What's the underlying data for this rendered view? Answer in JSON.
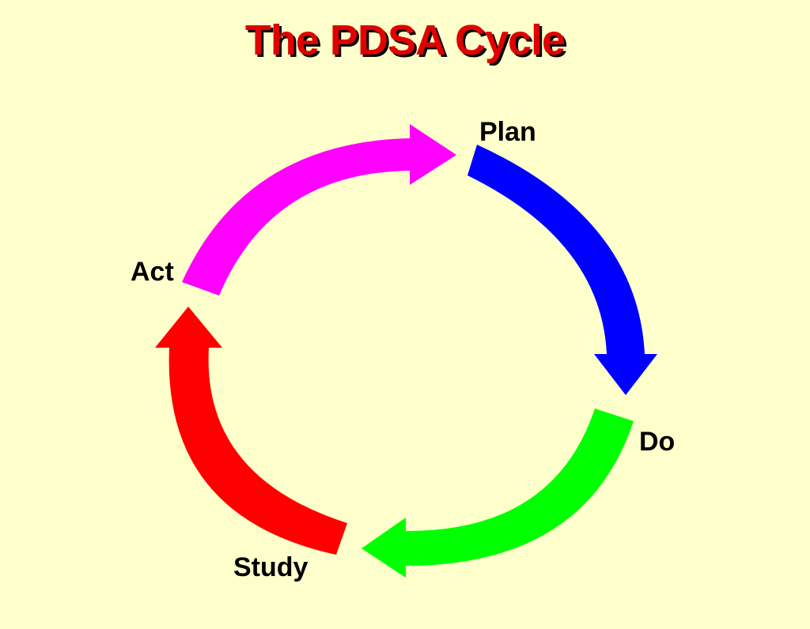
{
  "title": "The PDSA Cycle",
  "colors": {
    "background": "#FFFFCC",
    "title": "#E00000",
    "label": "#000000"
  },
  "stages": [
    {
      "label": "Plan",
      "arrow_color": "#0000FF"
    },
    {
      "label": "Do",
      "arrow_color": "#00FF00"
    },
    {
      "label": "Study",
      "arrow_color": "#FF0000"
    },
    {
      "label": "Act",
      "arrow_color": "#FF00FF"
    }
  ]
}
